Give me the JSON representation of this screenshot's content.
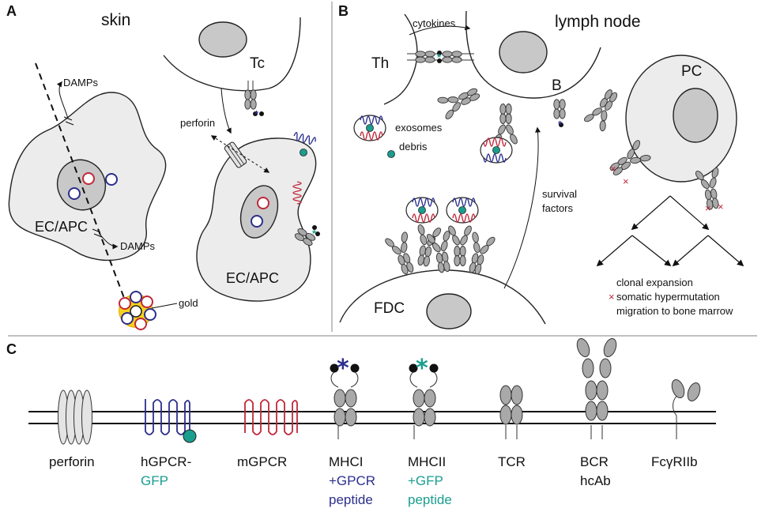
{
  "panels": {
    "a": {
      "letter": "A",
      "title": "skin",
      "labels": {
        "damps_top": "DAMPs",
        "damps_bottom": "DAMPs",
        "ec_apc_left": "EC/APC",
        "ec_apc_right": "EC/APC",
        "tc": "Tc",
        "perforin": "perforin",
        "gold": "gold"
      }
    },
    "b": {
      "letter": "B",
      "title": "lymph node",
      "labels": {
        "cytokines": "cytokines",
        "th": "Th",
        "b_cell": "B",
        "pc": "PC",
        "exosomes": "exosomes",
        "debris": "debris",
        "survival_1": "survival",
        "survival_2": "factors",
        "fdc": "FDC",
        "outcome_1": "clonal expansion",
        "outcome_2": "somatic hypermutation",
        "outcome_3": "migration to bone marrow",
        "mutation_mark": "×"
      }
    },
    "c": {
      "letter": "C",
      "legend": [
        {
          "line1": "perforin",
          "line2": "",
          "line3": ""
        },
        {
          "line1": "hGPCR-",
          "line2": "GFP",
          "line3": ""
        },
        {
          "line1": "mGPCR",
          "line2": "",
          "line3": ""
        },
        {
          "line1": "MHCI",
          "line2": "+GPCR",
          "line3": "peptide"
        },
        {
          "line1": "MHCII",
          "line2": "+GFP",
          "line3": "peptide"
        },
        {
          "line1": "TCR",
          "line2": "",
          "line3": ""
        },
        {
          "line1": "BCR",
          "line2": "hcAb",
          "line3": ""
        },
        {
          "line1": "FcγRIIb",
          "line2": "",
          "line3": ""
        }
      ],
      "peptide_marks": {
        "gpcr": "*",
        "gfp": "*"
      }
    }
  },
  "colors": {
    "gpcr_blue": "#2b2f8c",
    "mgpcr_red": "#c0283a",
    "gfp_teal": "#1a9e8f",
    "cell_fill": "#ececec",
    "nucleus_fill": "#c8c8c8",
    "receptor_fill": "#a9a9a9",
    "gold_fill": "#f7d21a"
  }
}
